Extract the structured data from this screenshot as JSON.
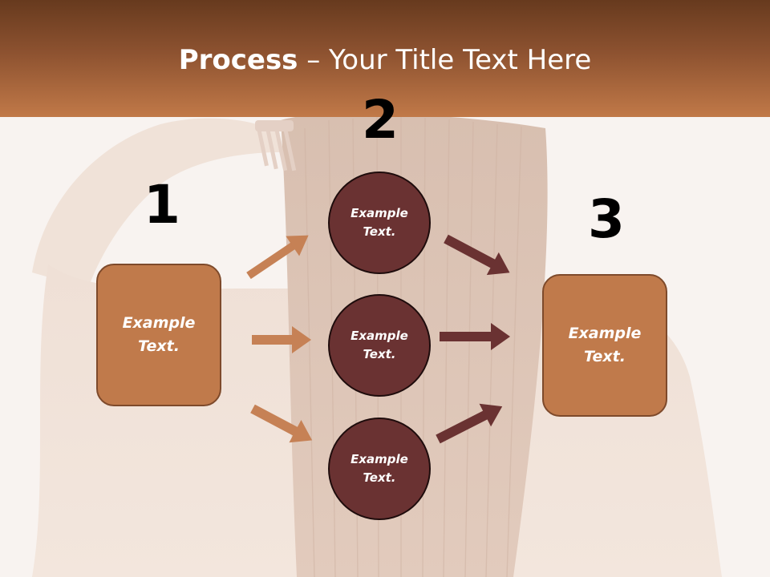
{
  "title": {
    "bold": "Process",
    "rest": " – Your Title Text Here"
  },
  "steps": [
    {
      "number": "1",
      "label": "Example\nText."
    },
    {
      "number": "2"
    },
    {
      "number": "3",
      "label": "Example\nText."
    }
  ],
  "circles": [
    {
      "label": "Example\nText."
    },
    {
      "label": "Example\nText."
    },
    {
      "label": "Example\nText."
    }
  ],
  "colors": {
    "header_dark": "#673a1e",
    "header_light": "#c17948",
    "box_fill": "#c07a4b",
    "circle_fill": "#6a3232",
    "arrow_light": "#c68155",
    "arrow_dark": "#6a3232"
  }
}
